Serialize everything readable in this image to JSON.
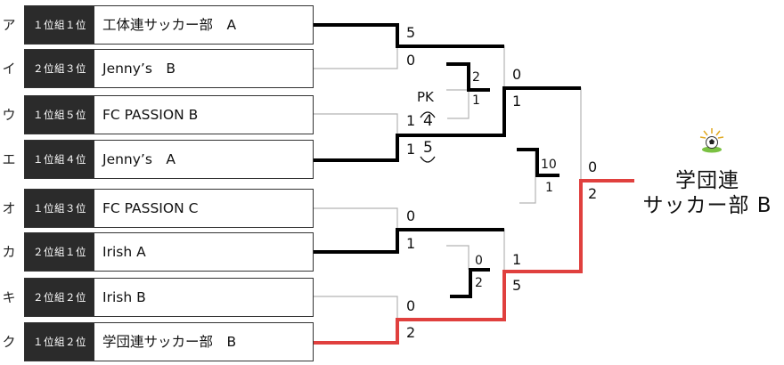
{
  "entries": [
    {
      "kana": "ア",
      "seed": "１位組１位",
      "team": "工体連サッカー部　A"
    },
    {
      "kana": "イ",
      "seed": "２位組３位",
      "team": "Jenny’s　B"
    },
    {
      "kana": "ウ",
      "seed": "１位組５位",
      "team": "FC PASSION B"
    },
    {
      "kana": "エ",
      "seed": "１位組４位",
      "team": "Jenny’s　A"
    },
    {
      "kana": "オ",
      "seed": "１位組３位",
      "team": "FC PASSION C"
    },
    {
      "kana": "カ",
      "seed": "２位組１位",
      "team": "Irish A"
    },
    {
      "kana": "キ",
      "seed": "２位組２位",
      "team": "Irish B"
    },
    {
      "kana": "ク",
      "seed": "１位組２位",
      "team": "学団連サッカー部　B"
    }
  ],
  "scores": {
    "r1": {
      "m1": {
        "top": "5",
        "bottom": "0"
      },
      "m2": {
        "top": "1",
        "bottom": "1",
        "pk_label": "PK",
        "pk_top": "4",
        "pk_bottom": "5"
      },
      "m3": {
        "top": "0",
        "bottom": "1"
      },
      "m4": {
        "top": "0",
        "bottom": "2"
      }
    },
    "sub1": {
      "top": "2",
      "bottom": "1"
    },
    "sub2": {
      "top": "0",
      "bottom": "2"
    },
    "sf": {
      "m1": {
        "top": "0",
        "bottom": "1"
      },
      "m2": {
        "top": "1",
        "bottom": "5"
      }
    },
    "sub3": {
      "top": "10",
      "bottom": "1"
    },
    "final": {
      "top": "0",
      "bottom": "2"
    }
  },
  "champion": {
    "line1": "学団連",
    "line2": "サッカー部 B",
    "icon": "trophy-icon"
  },
  "colors": {
    "win": "#000000",
    "champion_path": "#e0403e",
    "lose": "#b3b3b3",
    "seed_bg": "#2b2b2b"
  }
}
